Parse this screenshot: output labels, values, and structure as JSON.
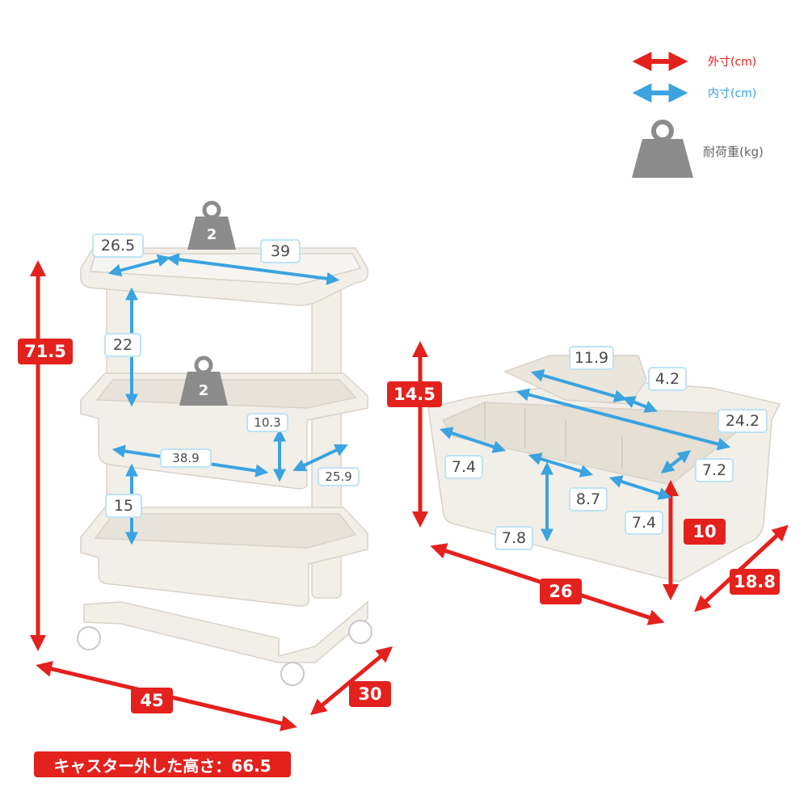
{
  "legend": {
    "outer": "外寸(cm)",
    "inner": "内寸(cm)",
    "load": "耐荷重(kg)"
  },
  "colors": {
    "outer_arrow": "#e3211d",
    "inner_arrow": "#3aa3e0",
    "weight_icon": "#8c8c8c",
    "product": "#f2efe9"
  },
  "icons": [
    "double-arrow-red-icon",
    "double-arrow-blue-icon",
    "weight-icon"
  ],
  "cart": {
    "height": "71.5",
    "width": "45",
    "depth": "30",
    "top_shelf": {
      "depth": "26.5",
      "width": "39",
      "load": "2"
    },
    "gap_top": "22",
    "middle_basket": {
      "load": "2",
      "height": "10.3",
      "width": "38.9",
      "depth": "25.9"
    },
    "gap_bottom": "15",
    "note": "キャスター外した高さ：66.5"
  },
  "caddy": {
    "height": "14.5",
    "width": "26",
    "depth": "18.8",
    "wall_height": "10",
    "inner": {
      "top_width": "11.9",
      "top_small": "4.2",
      "long": "24.2",
      "left_comp": "7.4",
      "right_comp": "7.2",
      "center": "8.7",
      "front_right": "7.4",
      "depth": "7.8"
    }
  }
}
